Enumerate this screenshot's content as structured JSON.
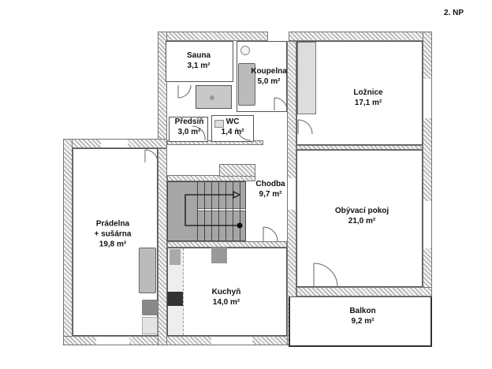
{
  "floor_label": "2. NP",
  "rooms": [
    {
      "id": "sauna",
      "name": "Sauna",
      "area": "3,1 m²"
    },
    {
      "id": "koupelna",
      "name": "Koupelna",
      "area": "5,0 m²"
    },
    {
      "id": "loznice",
      "name": "Ložnice",
      "area": "17,1 m²"
    },
    {
      "id": "predsin",
      "name": "Předsíň",
      "area": "3,0 m²"
    },
    {
      "id": "wc",
      "name": "WC",
      "area": "1,4 m²"
    },
    {
      "id": "chodba",
      "name": "Chodba",
      "area": "9,7 m²"
    },
    {
      "id": "pradelna",
      "name": "Prádelna",
      "name2": "+ sušárna",
      "area": "19,8 m²"
    },
    {
      "id": "obyvaci",
      "name": "Obývací pokoj",
      "area": "21,0 m²"
    },
    {
      "id": "kuchyn",
      "name": "Kuchyň",
      "area": "14,0 m²"
    },
    {
      "id": "balkon",
      "name": "Balkon",
      "area": "9,2 m²"
    }
  ],
  "colors": {
    "wall_hatch": "#9a9a9a",
    "stair": "#a6a6a6",
    "fixture": "#bdbdbd",
    "fixture_dark": "#8a8a8a"
  }
}
